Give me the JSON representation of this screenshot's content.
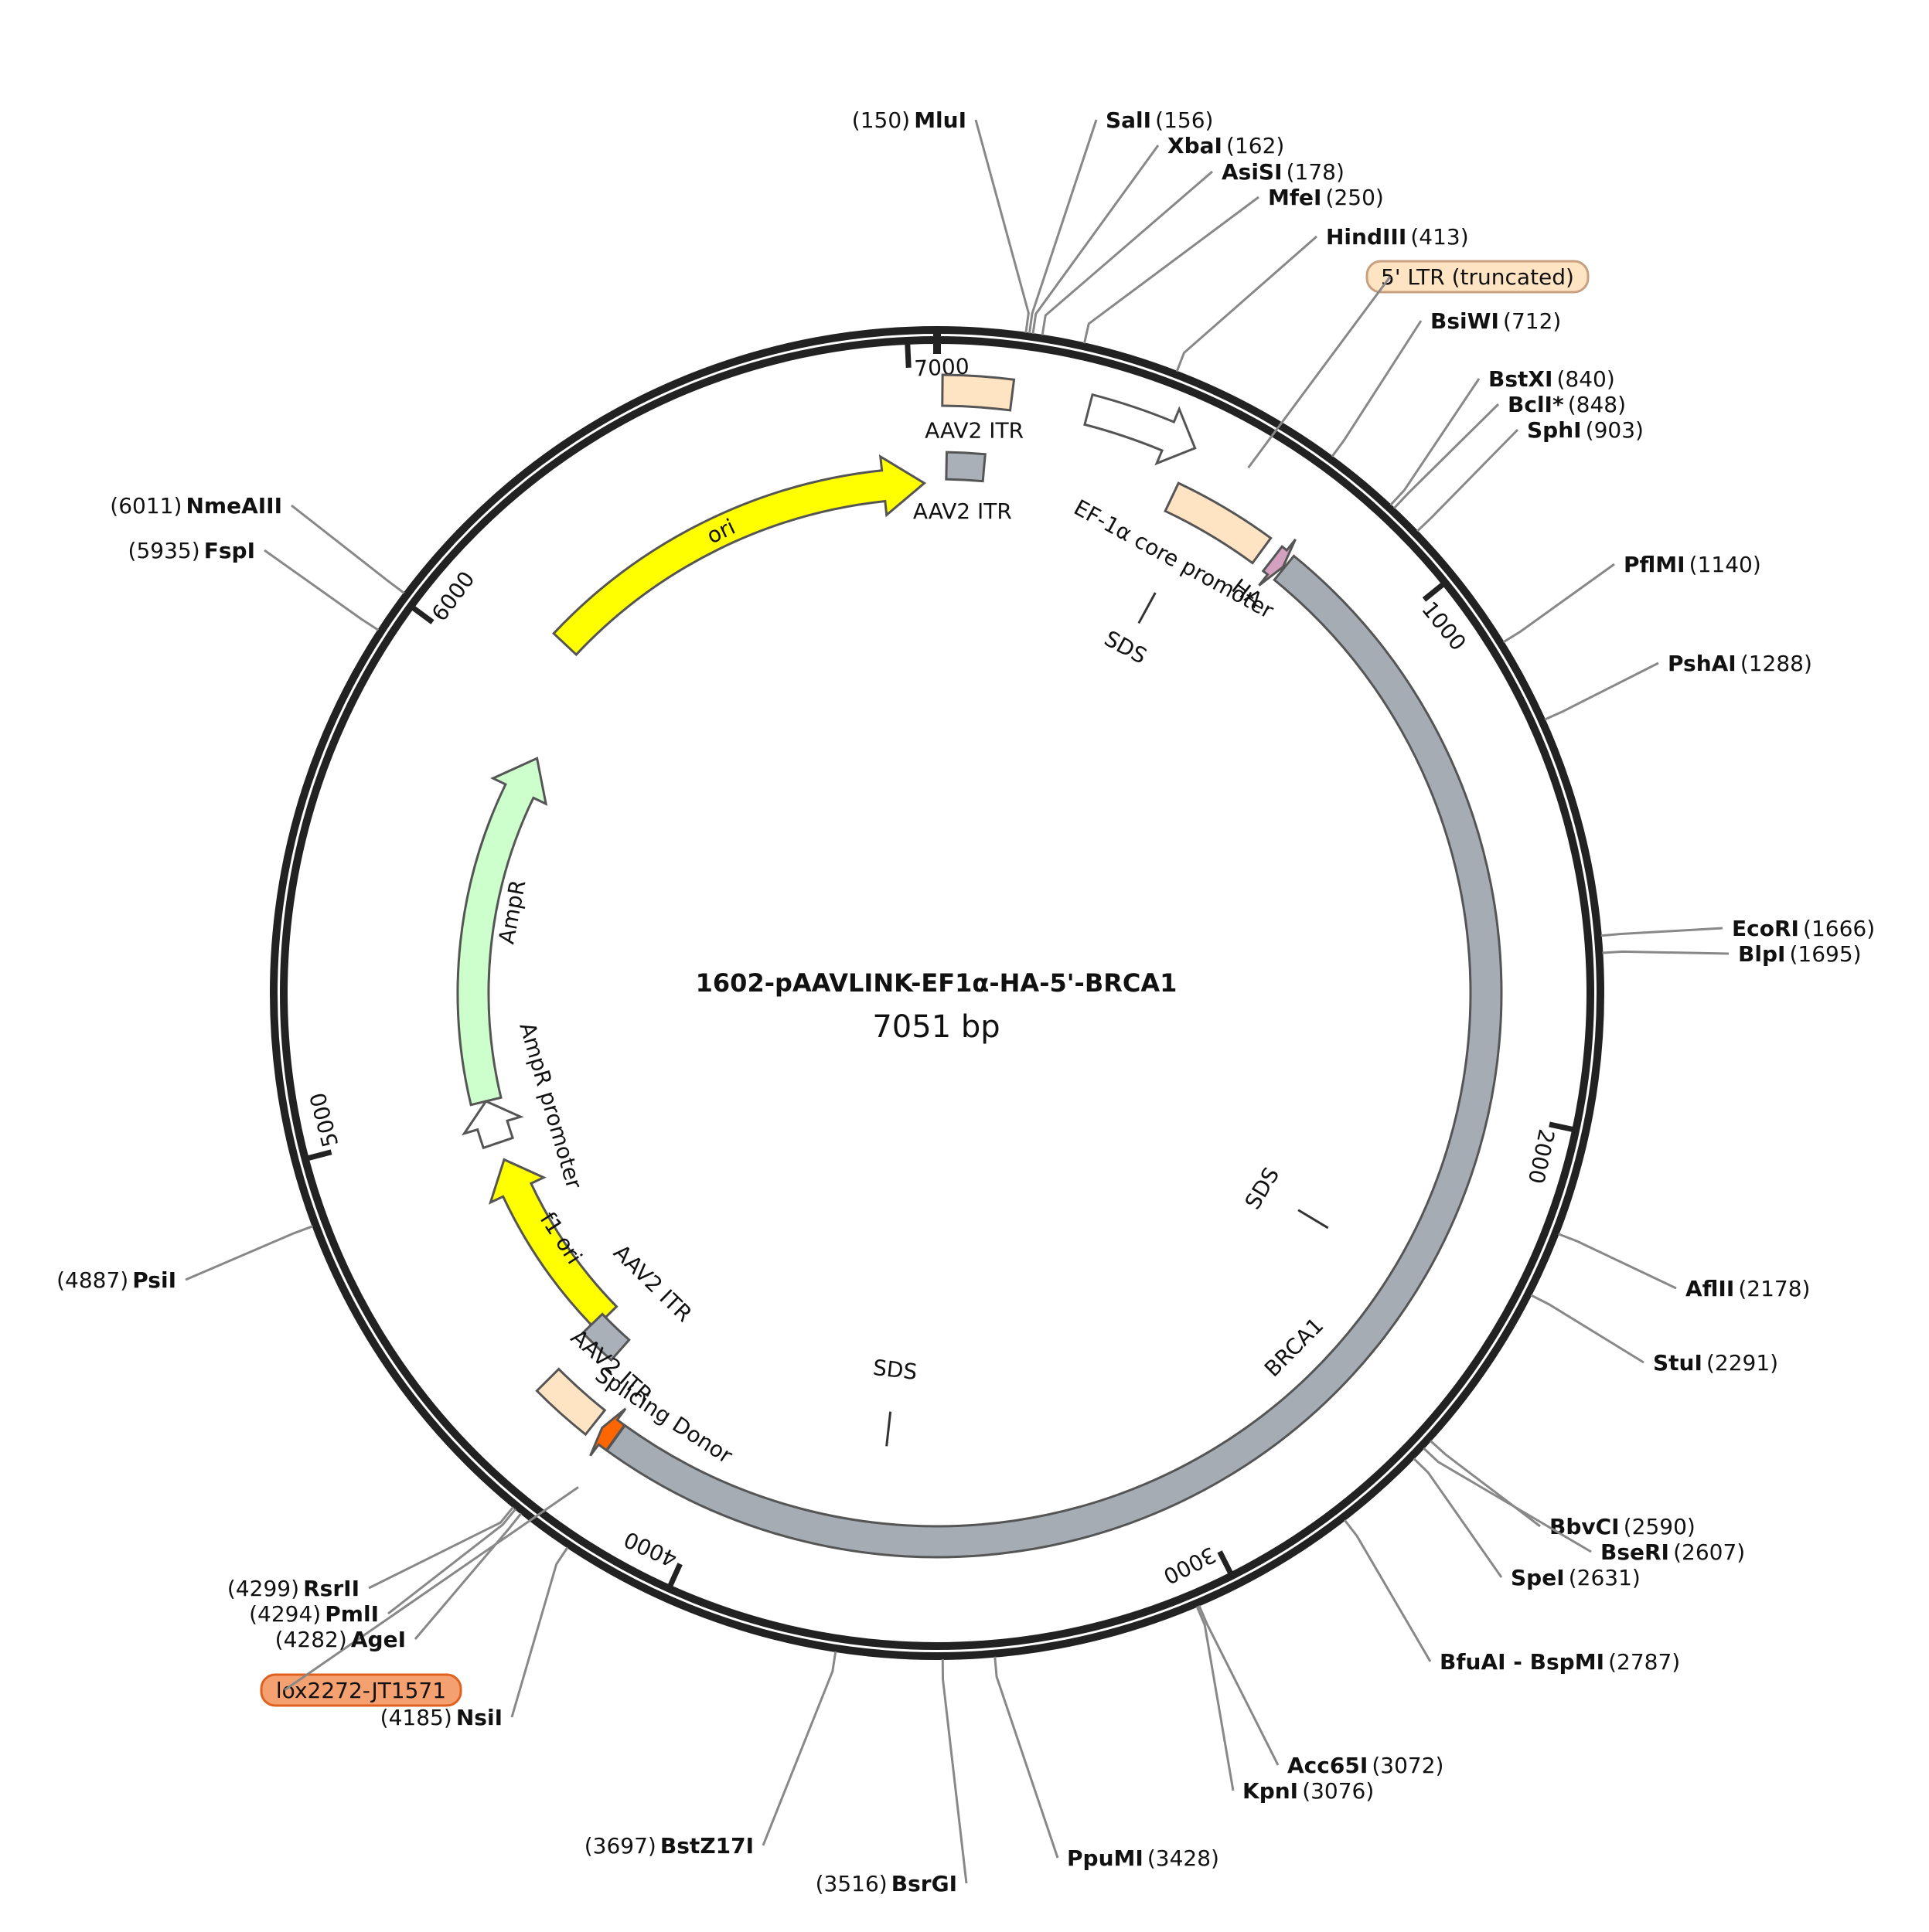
{
  "plasmid": {
    "name": "1602-pAAVLINK-EF1α-HA-5'-BRCA1",
    "length_label": "7051 bp",
    "length_bp": 7051
  },
  "colors": {
    "backbone": "#222222",
    "ori": "#ffff00",
    "ampr": "#ccffcc",
    "itr_peach": "#ffe4c4",
    "itr_gray": "#a9b0b8",
    "brca1": "#a5acb4",
    "ha": "#d4a0c0",
    "lox": "#f4a070",
    "splice": "#ff6600",
    "muted_site": "#888888"
  },
  "ticks": [
    {
      "bp": 1000,
      "label": "1000"
    },
    {
      "bp": 2000,
      "label": "2000"
    },
    {
      "bp": 3000,
      "label": "3000"
    },
    {
      "bp": 4000,
      "label": "4000"
    },
    {
      "bp": 5000,
      "label": "5000"
    },
    {
      "bp": 6000,
      "label": "6000"
    },
    {
      "bp": 7000,
      "label": "7000"
    }
  ],
  "features": [
    {
      "id": "ori",
      "label": "ori",
      "start": 6134,
      "end": 7023,
      "direction": "cw",
      "color": "#ffff00"
    },
    {
      "id": "ampr",
      "label": "AmpR",
      "start": 5024,
      "end": 5884,
      "direction": "cw",
      "color": "#ccffcc"
    },
    {
      "id": "ampr-promoter",
      "label": "AmpR promoter",
      "start": 4919,
      "end": 5024,
      "direction": "cw",
      "color": "#ffffff"
    },
    {
      "id": "f1-ori",
      "label": "f1 ori",
      "start": 4419,
      "end": 4876,
      "direction": "cw",
      "color": "#ffff00"
    },
    {
      "id": "aav2-itr-top",
      "label": "AAV2 ITR",
      "start": 10,
      "end": 140,
      "direction": "none",
      "color": "#ffe4c4"
    },
    {
      "id": "ef1a-core-promoter",
      "label": "EF-1α core promoter",
      "start": 285,
      "end": 496,
      "direction": "cw",
      "color": "#ffffff"
    },
    {
      "id": "five-ltr",
      "label": "5' LTR (truncated)",
      "start": 496,
      "end": 710,
      "direction": "none",
      "color": "#ffe4c4"
    },
    {
      "id": "ha",
      "label": "HA",
      "start": 738,
      "end": 765,
      "direction": "cw",
      "color": "#d4a0c0"
    },
    {
      "id": "brca1",
      "label": "BRCA1",
      "start": 768,
      "end": 4227,
      "direction": "none",
      "color": "#a5acb4"
    },
    {
      "id": "splicing-donor",
      "label": "Splicing Donor",
      "start": 4228,
      "end": 4262,
      "direction": "ccw",
      "color": "#ff6600"
    },
    {
      "id": "aav2-itr-bottom",
      "label": "AAV2 ITR",
      "start": 4280,
      "end": 4410,
      "direction": "none",
      "color": "#ffe4c4"
    },
    {
      "id": "aav2-itr-gray-top",
      "label": "AAV2 ITR",
      "start": 20,
      "end": 100,
      "direction": "none",
      "color": "#a9b0b8"
    },
    {
      "id": "aav2-itr-gray-bottom",
      "label": "AAV2 ITR",
      "start": 4340,
      "end": 4430,
      "direction": "none",
      "color": "#a9b0b8"
    }
  ],
  "sds_labels": [
    {
      "label": "SDS",
      "bp": 560
    },
    {
      "label": "SDS",
      "bp": 2370
    },
    {
      "label": "SDS",
      "bp": 3650
    }
  ],
  "inline_tags": [
    {
      "label": "5' LTR (truncated)",
      "color": "#ffe4c4"
    },
    {
      "label": "lox2272-JT1571",
      "color": "#f4a070"
    }
  ],
  "sites": [
    {
      "name": "MluI",
      "pos": "(150)",
      "bp": 150,
      "label_side": "left"
    },
    {
      "name": "SalI",
      "pos": "(156)",
      "bp": 156,
      "label_side": "right"
    },
    {
      "name": "XbaI",
      "pos": "(162)",
      "bp": 162,
      "label_side": "right"
    },
    {
      "name": "AsiSI",
      "pos": "(178)",
      "bp": 178,
      "label_side": "right"
    },
    {
      "name": "MfeI",
      "pos": "(250)",
      "bp": 250,
      "label_side": "right"
    },
    {
      "name": "HindIII",
      "pos": "(413)",
      "bp": 413,
      "label_side": "right"
    },
    {
      "name": "BsiWI",
      "pos": "(712)",
      "bp": 712,
      "label_side": "right"
    },
    {
      "name": "BstXI",
      "pos": "(840)",
      "bp": 840,
      "label_side": "right"
    },
    {
      "name": "BclI*",
      "pos": "(848)",
      "bp": 848,
      "label_side": "right",
      "muted": true
    },
    {
      "name": "SphI",
      "pos": "(903)",
      "bp": 903,
      "label_side": "right"
    },
    {
      "name": "PflMI",
      "pos": "(1140)",
      "bp": 1140,
      "label_side": "right"
    },
    {
      "name": "PshAI",
      "pos": "(1288)",
      "bp": 1288,
      "label_side": "right"
    },
    {
      "name": "EcoRI",
      "pos": "(1666)",
      "bp": 1666,
      "label_side": "right"
    },
    {
      "name": "BlpI",
      "pos": "(1695)",
      "bp": 1695,
      "label_side": "right"
    },
    {
      "name": "AflII",
      "pos": "(2178)",
      "bp": 2178,
      "label_side": "right"
    },
    {
      "name": "StuI",
      "pos": "(2291)",
      "bp": 2291,
      "label_side": "right"
    },
    {
      "name": "BbvCI",
      "pos": "(2590)",
      "bp": 2590,
      "label_side": "right"
    },
    {
      "name": "BseRI",
      "pos": "(2607)",
      "bp": 2607,
      "label_side": "right"
    },
    {
      "name": "SpeI",
      "pos": "(2631)",
      "bp": 2631,
      "label_side": "right"
    },
    {
      "name": "BfuAI - BspMI",
      "pos": "(2787)",
      "bp": 2787,
      "label_side": "right"
    },
    {
      "name": "Acc65I",
      "pos": "(3072)",
      "bp": 3072,
      "label_side": "right"
    },
    {
      "name": "KpnI",
      "pos": "(3076)",
      "bp": 3076,
      "label_side": "right"
    },
    {
      "name": "PpuMI",
      "pos": "(3428)",
      "bp": 3428,
      "label_side": "right"
    },
    {
      "name": "BsrGI",
      "pos": "(3516)",
      "bp": 3516,
      "label_side": "left"
    },
    {
      "name": "BstZ17I",
      "pos": "(3697)",
      "bp": 3697,
      "label_side": "left"
    },
    {
      "name": "NsiI",
      "pos": "(4185)",
      "bp": 4185,
      "label_side": "left"
    },
    {
      "name": "AgeI",
      "pos": "(4282)",
      "bp": 4282,
      "label_side": "left"
    },
    {
      "name": "PmlI",
      "pos": "(4294)",
      "bp": 4294,
      "label_side": "left"
    },
    {
      "name": "RsrII",
      "pos": "(4299)",
      "bp": 4299,
      "label_side": "left"
    },
    {
      "name": "PsiI",
      "pos": "(4887)",
      "bp": 4887,
      "label_side": "left"
    },
    {
      "name": "FspI",
      "pos": "(5935)",
      "bp": 5935,
      "label_side": "left"
    },
    {
      "name": "NmeAIII",
      "pos": "(6011)",
      "bp": 6011,
      "label_side": "left"
    }
  ]
}
